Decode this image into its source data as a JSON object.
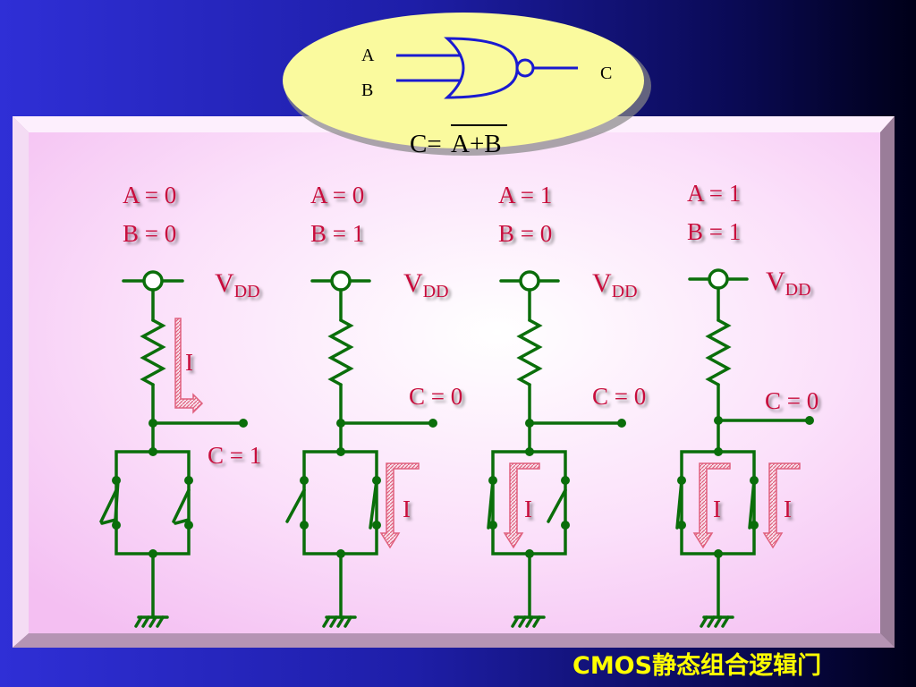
{
  "gate": {
    "input_a": "A",
    "input_b": "B",
    "output": "C",
    "equation_prefix": "C=",
    "equation_overlined": "A+B"
  },
  "circuits": [
    {
      "a": "A = 0",
      "b": "B = 0",
      "vdd_main": "V",
      "vdd_sub": "DD",
      "output": "C = 1",
      "currents": [
        "I"
      ]
    },
    {
      "a": "A = 0",
      "b": "B = 1",
      "vdd_main": "V",
      "vdd_sub": "DD",
      "output": "C = 0",
      "currents": [
        "I"
      ]
    },
    {
      "a": "A = 1",
      "b": "B = 0",
      "vdd_main": "V",
      "vdd_sub": "DD",
      "output": "C = 0",
      "currents": [
        "I"
      ]
    },
    {
      "a": "A = 1",
      "b": "B = 1",
      "vdd_main": "V",
      "vdd_sub": "DD",
      "output": "C = 0",
      "currents": [
        "I",
        "I"
      ]
    }
  ],
  "footer": {
    "title": "CMOS静态组合逻辑门"
  },
  "colors": {
    "wire": "#0a6e0a",
    "label": "#c8103c",
    "panel": "#f9d0f7",
    "ellipse": "#fafa9e",
    "footer": "#ffff00"
  }
}
